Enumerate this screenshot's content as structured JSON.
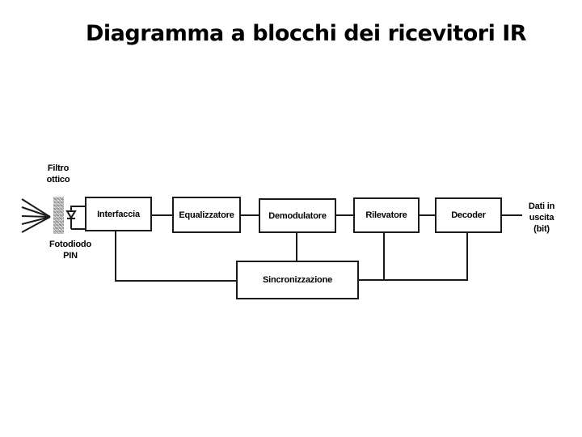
{
  "title": "Diagramma a blocchi dei ricevitori IR",
  "diagram": {
    "input_label": "Filtro\nottico",
    "sensor_label": "Fotodiodo\nPIN",
    "output_label": "Dati in\nuscita\n(bit)",
    "blocks": {
      "interfaccia": "Interfaccia",
      "equalizzatore": "Equalizzatore",
      "demodulatore": "Demodulatore",
      "rilevatore": "Rilevatore",
      "decoder": "Decoder",
      "sincronizzazione": "Sincronizzazione"
    },
    "colors": {
      "line": "#1a1a1a",
      "filter_fill": "#b5b5b5",
      "background": "#ffffff",
      "text": "#000000"
    }
  }
}
